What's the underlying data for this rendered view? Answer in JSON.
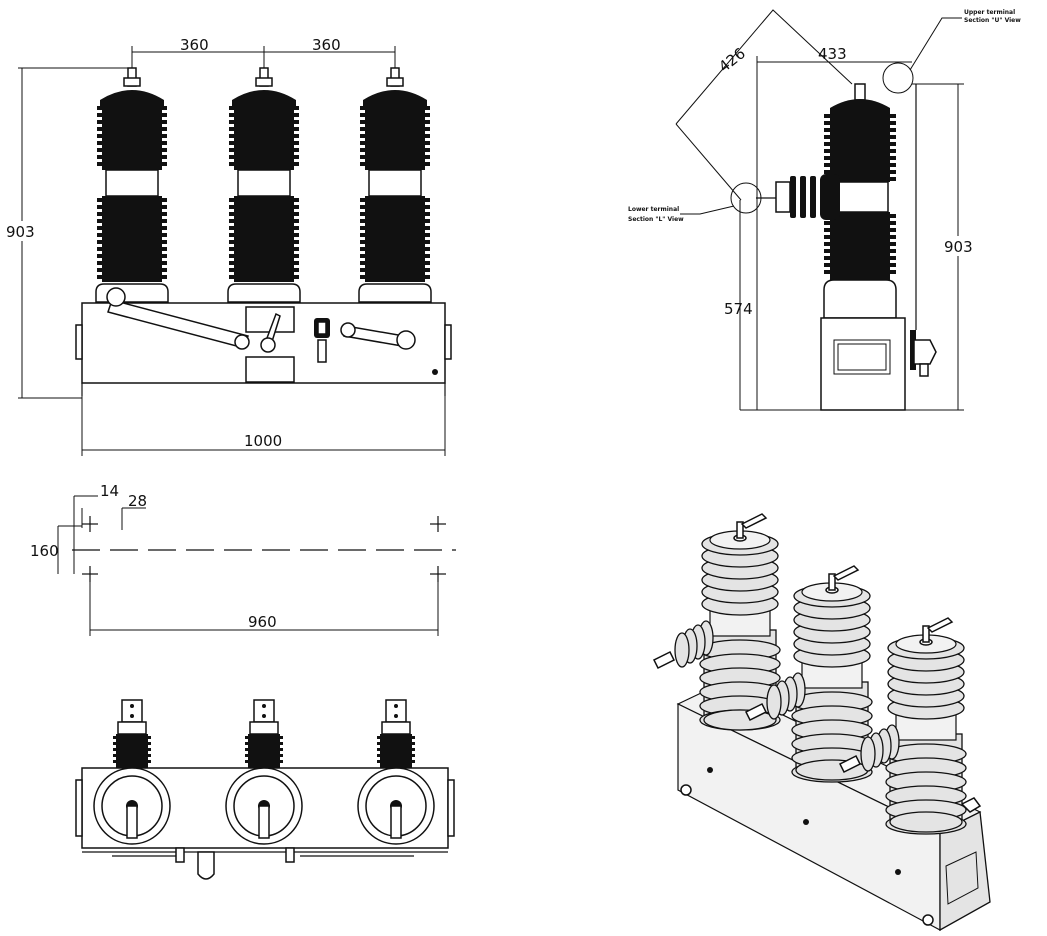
{
  "front_view": {
    "pitch_left": "360",
    "pitch_right": "360",
    "height": "903",
    "width": "1000"
  },
  "side_view": {
    "dim_426": "426",
    "dim_433": "433",
    "dim_903": "903",
    "dim_574": "574",
    "upper_terminal_line1": "Upper terminal",
    "upper_terminal_line2": "Section \"U\" View",
    "lower_terminal_line1": "Lower terminal",
    "lower_terminal_line2": "Section \"L\" View"
  },
  "mounting_view": {
    "dim_14": "14",
    "dim_28": "28",
    "dim_160": "160",
    "dim_960": "960"
  },
  "top_view": {},
  "isometric_view": {}
}
